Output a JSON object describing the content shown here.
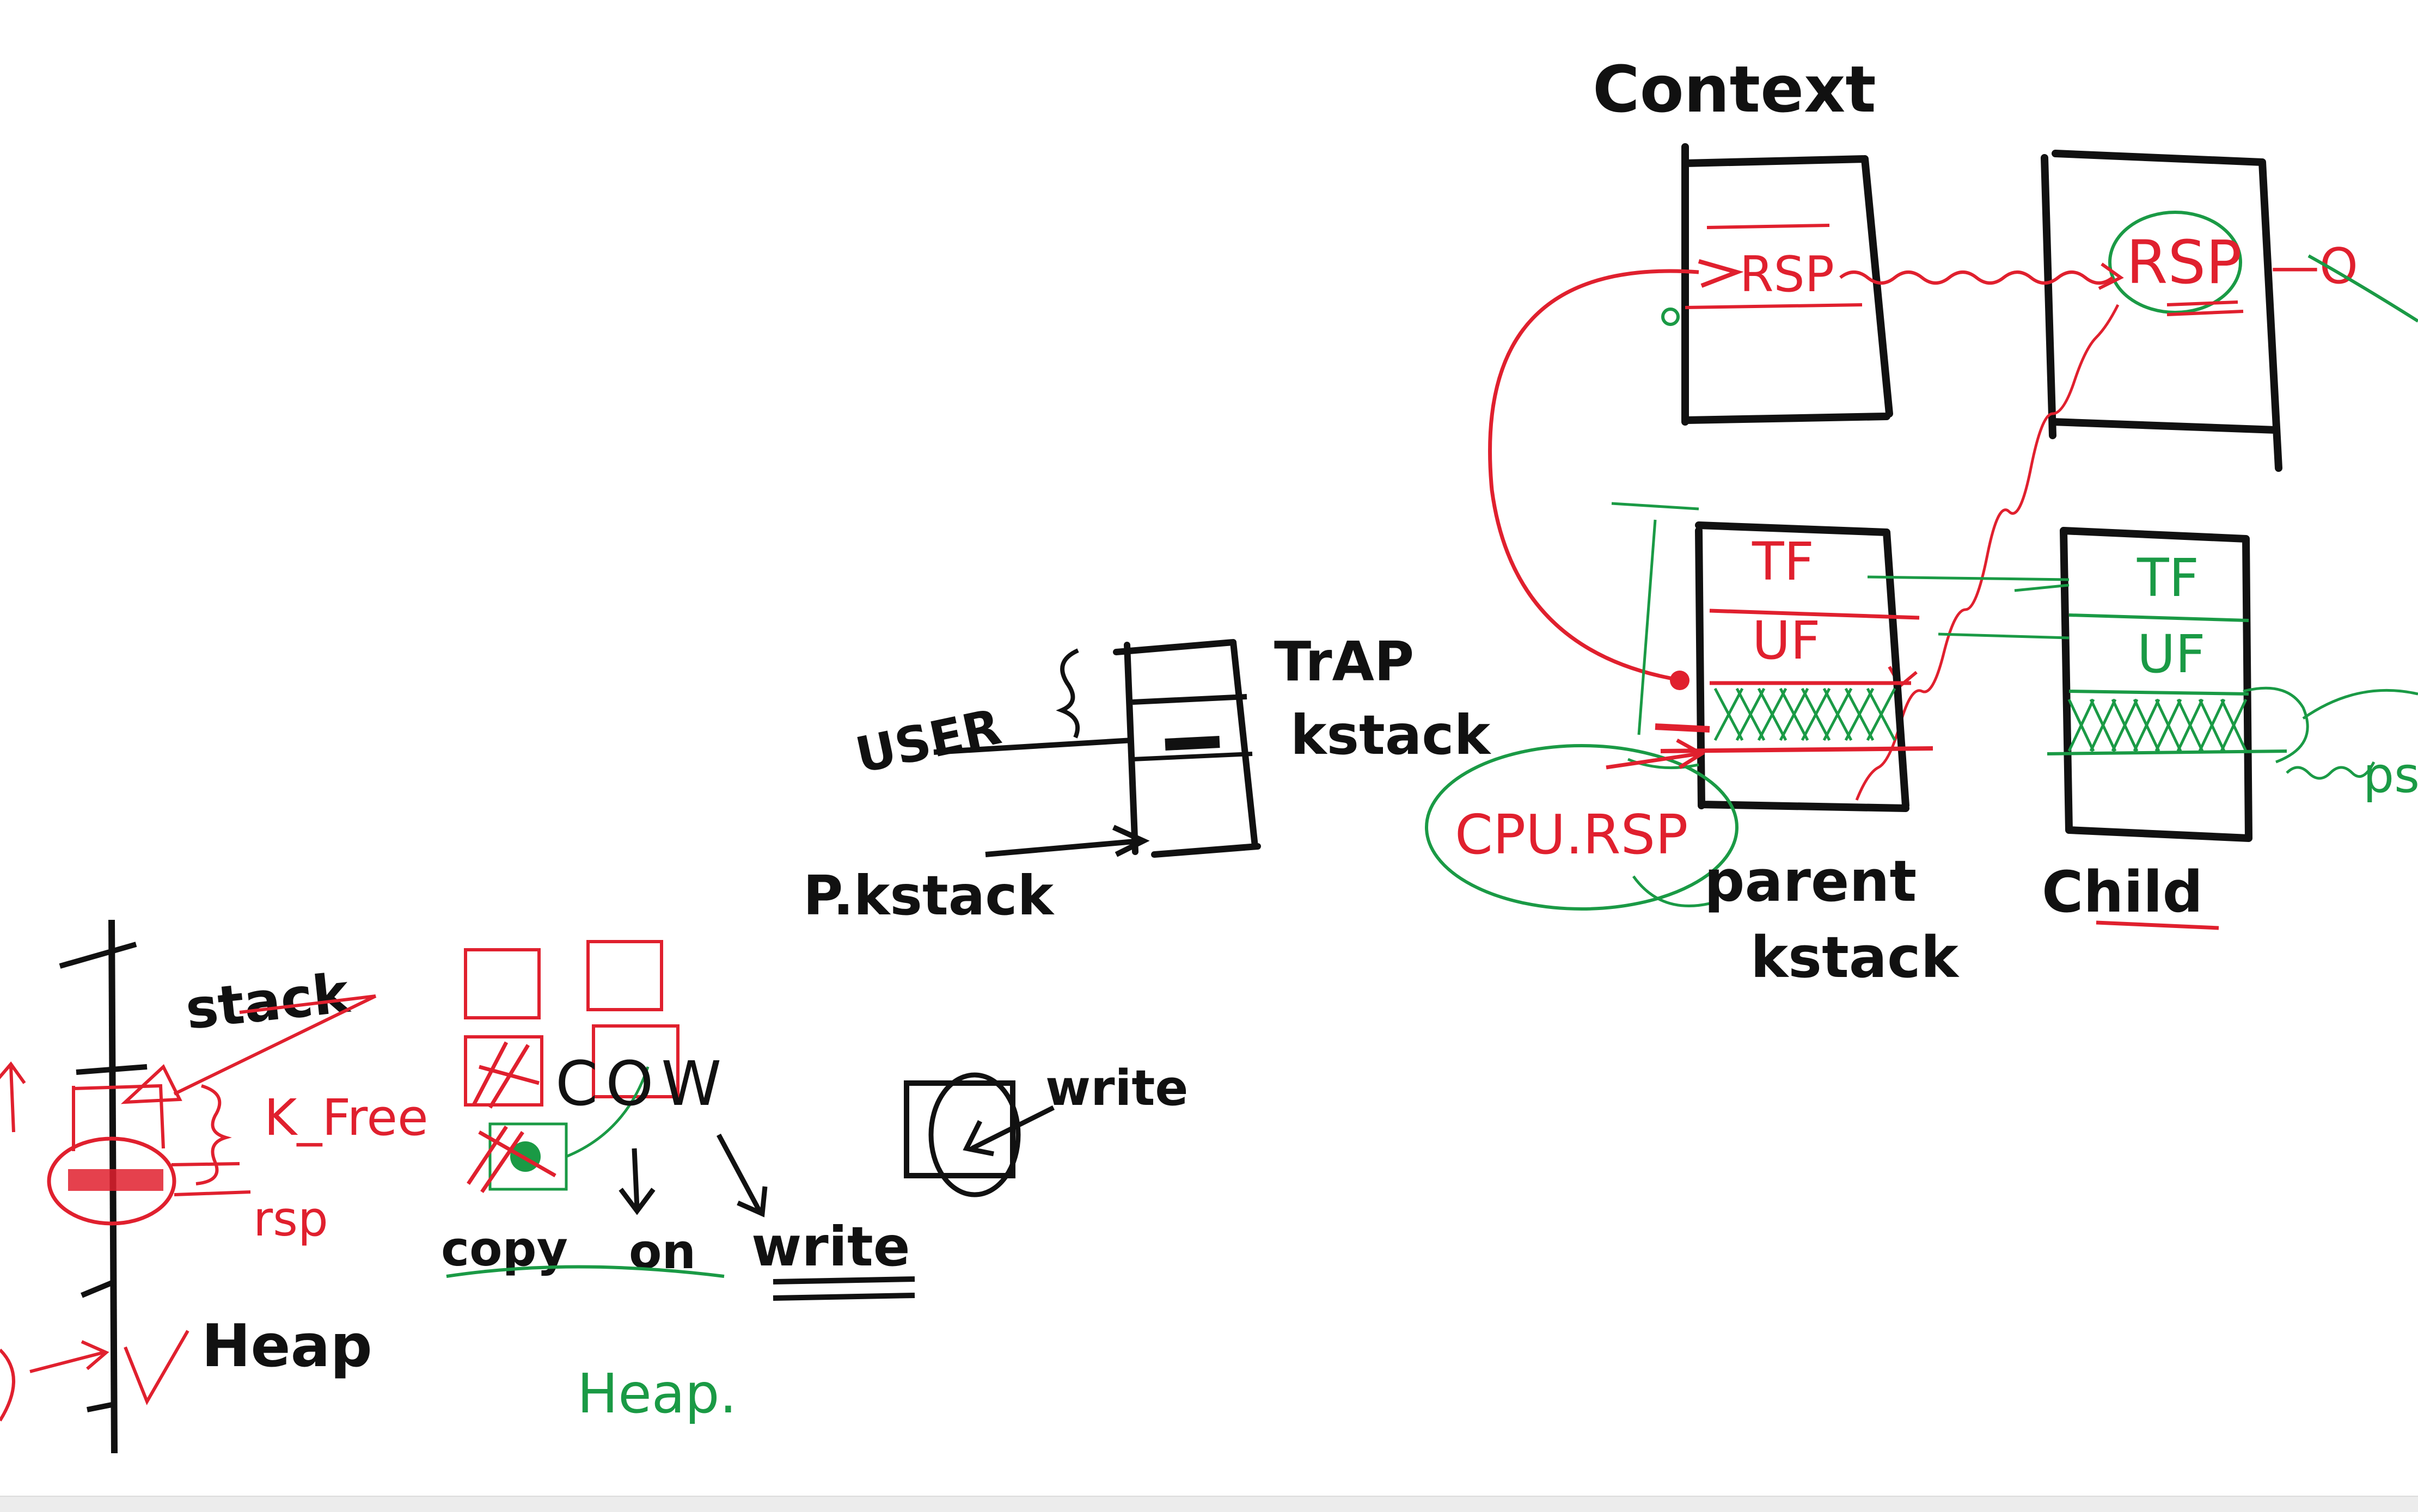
{
  "colors": {
    "ink_black": "#111111",
    "ink_red": "#e0202e",
    "ink_green": "#1a9a45",
    "background": "#ffffff"
  },
  "labels": {
    "context": "Context",
    "rsp_parent": "RSP",
    "rsp_child": "RSP",
    "child_ellipsis": "—O",
    "tf_parent": "TF",
    "uf_parent": "UF",
    "tf_child": "TF",
    "uf_child": "UF",
    "cpu_rsp": "CPU.RSP",
    "parent": "parent",
    "parent_kstack": "kstack",
    "child": "Child",
    "child_side": "ps",
    "user": "USER",
    "trap": "TrAP",
    "kstack": "kstack",
    "p_kstack": "P.kstack",
    "stack": "stack",
    "k_free": "K_Free",
    "rsp_small": "rsp",
    "heap_black": "Heap",
    "cow": "COW",
    "copy": "copy",
    "on": "on",
    "write_under": "write",
    "write_top": "write",
    "heap_green": "Heap."
  }
}
